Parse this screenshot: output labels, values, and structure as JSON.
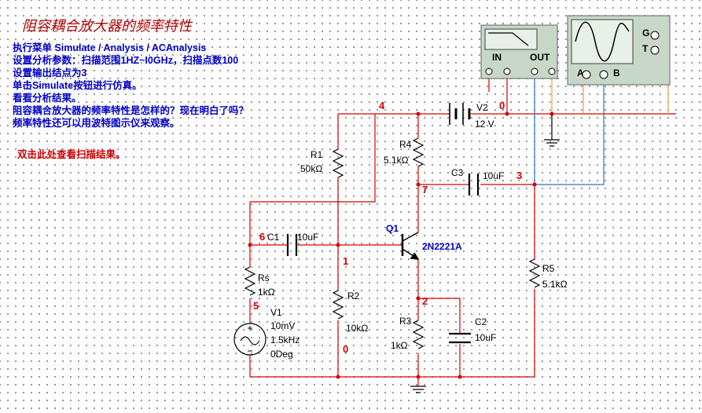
{
  "title": "阻容耦合放大器的频率特性",
  "instructions": [
    "执行菜单 Simulate / Analysis / ACAnalysis",
    "设置分析参数：扫描范围1HZ~I0GHz，扫描点数100",
    "设置输出结点为3",
    "单击Simulate按钮进行仿真。",
    "看看分析结果。",
    "阻容耦合放大器的频率特性是怎样的？现在明白了吗？",
    "频率特性还可以用波特图示仪来观察。"
  ],
  "double_click_link": "双击此处查看扫描结果。",
  "components": {
    "r1": {
      "name": "R1",
      "value": "50kΩ"
    },
    "r2": {
      "name": "R2",
      "value": "10kΩ"
    },
    "r3": {
      "name": "R3",
      "value": "1kΩ"
    },
    "r4": {
      "name": "R4",
      "value": "5.1kΩ"
    },
    "r5": {
      "name": "R5",
      "value": "5.1kΩ"
    },
    "rs": {
      "name": "Rs",
      "value": "1kΩ"
    },
    "c1": {
      "name": "C1",
      "value": "10uF"
    },
    "c2": {
      "name": "C2",
      "value": "10uF"
    },
    "c3": {
      "name": "C3",
      "value": "10uF"
    },
    "q1": {
      "name": "Q1",
      "model": "2N2221A"
    },
    "v2": {
      "name": "V2",
      "value": "12 V"
    },
    "v1": {
      "name": "V1",
      "amplitude": "10mV",
      "frequency": "1.5kHz",
      "phase": "0Deg"
    }
  },
  "nodes": {
    "n0a": "0",
    "n0b": "0",
    "n1": "1",
    "n2": "2",
    "n3": "3",
    "n4": "4",
    "n5": "5",
    "n6": "6",
    "n7": "7"
  },
  "bode_plotter": {
    "in_label": "IN",
    "out_label": "OUT"
  },
  "oscilloscope": {
    "a_label": "A",
    "b_label": "B",
    "g_label": "G",
    "t_label": "T"
  },
  "colors": {
    "wire": "#d80000",
    "instrument_wire_orange": "#e8a040",
    "instrument_wire_blue": "#3070c0",
    "node_label": "#d00000",
    "text_blue": "#0000c8"
  }
}
